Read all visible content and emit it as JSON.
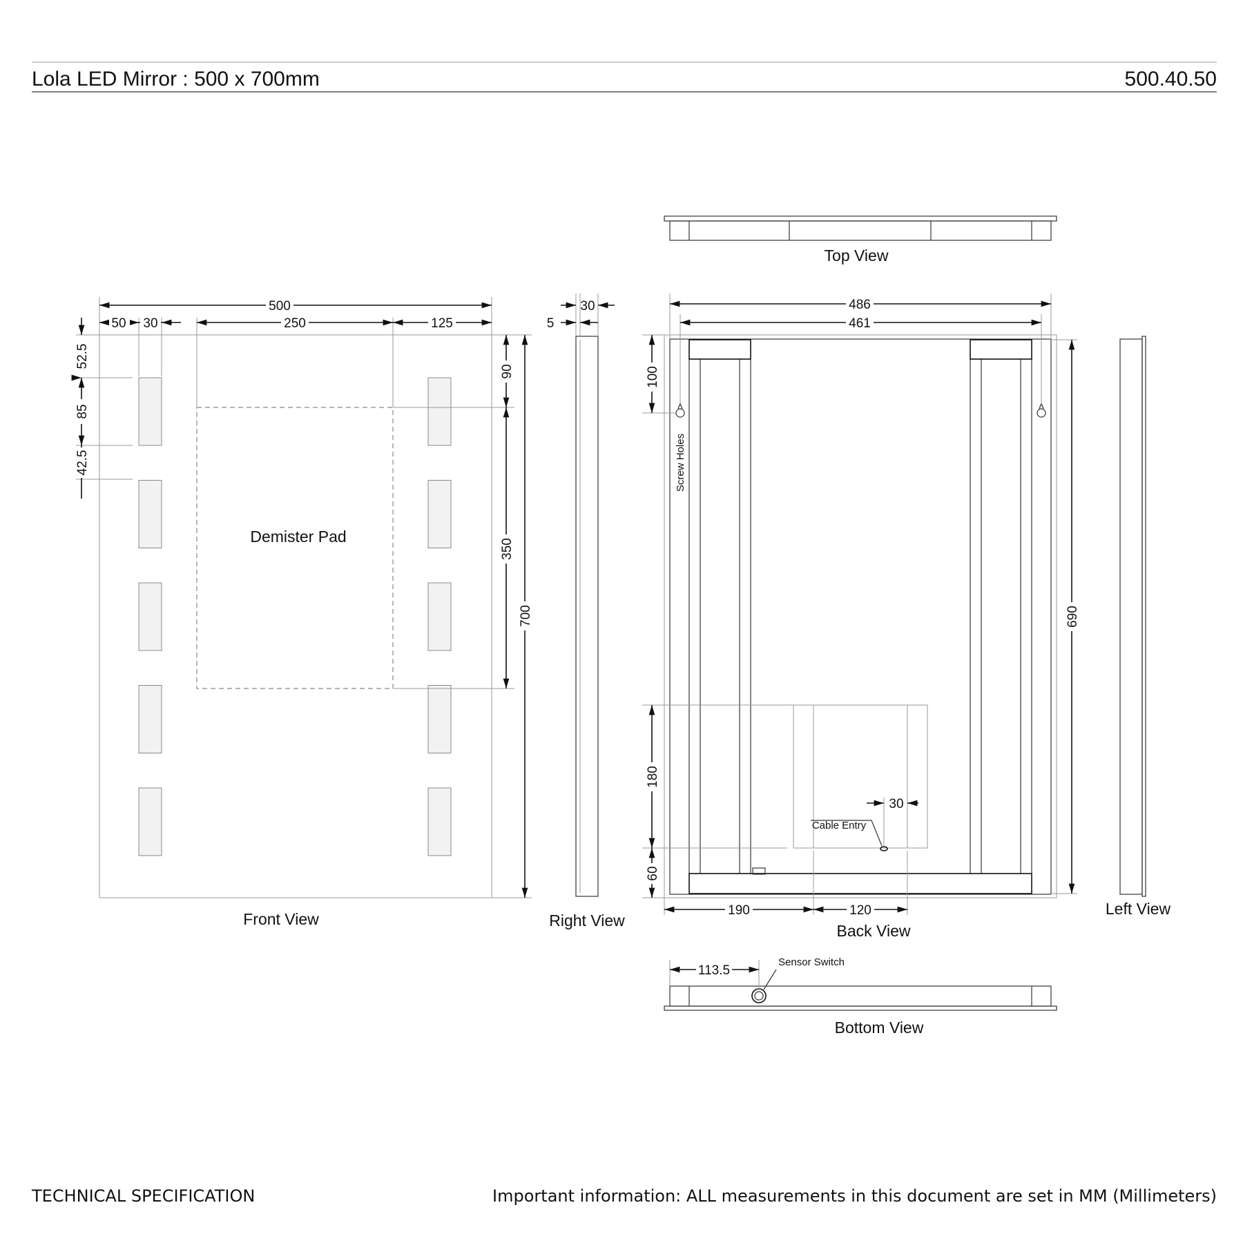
{
  "header": {
    "title": "Lola LED Mirror : 500 x 700mm",
    "code": "500.40.50"
  },
  "footer": {
    "left": "TECHNICAL SPECIFICATION",
    "right": "Important information: ALL measurements in this document are set in MM (Millimeters)"
  },
  "views": {
    "front": "Front View",
    "right": "Right  View",
    "top": "Top View",
    "back": "Back  View",
    "left": "Left  View",
    "bottom": "Bottom  View"
  },
  "labels": {
    "demister_pad": "Demister Pad",
    "screw_holes": "Screw Holes",
    "cable_entry": "Cable Entry",
    "sensor_switch": "Sensor Switch"
  },
  "dimensions": {
    "front": {
      "overall_width": "500",
      "left_margin": "50",
      "led_width": "30",
      "pad_width": "250",
      "right_margin": "125",
      "top_gap": "52.5",
      "led_height": "85",
      "led_gap": "42.5",
      "pad_top": "90",
      "pad_height": "350",
      "overall_height": "700"
    },
    "side": {
      "depth": "30",
      "glass": "5"
    },
    "back": {
      "outer_width": "486",
      "hole_spacing": "461",
      "hole_drop": "100",
      "frame_height": "690",
      "box_height": "180",
      "bottom_gap": "60",
      "box_offset": "190",
      "box_width": "120",
      "cable_offset": "30"
    },
    "bottom": {
      "sensor_offset": "113.5"
    }
  },
  "led_strips": {
    "per_side": 5
  }
}
